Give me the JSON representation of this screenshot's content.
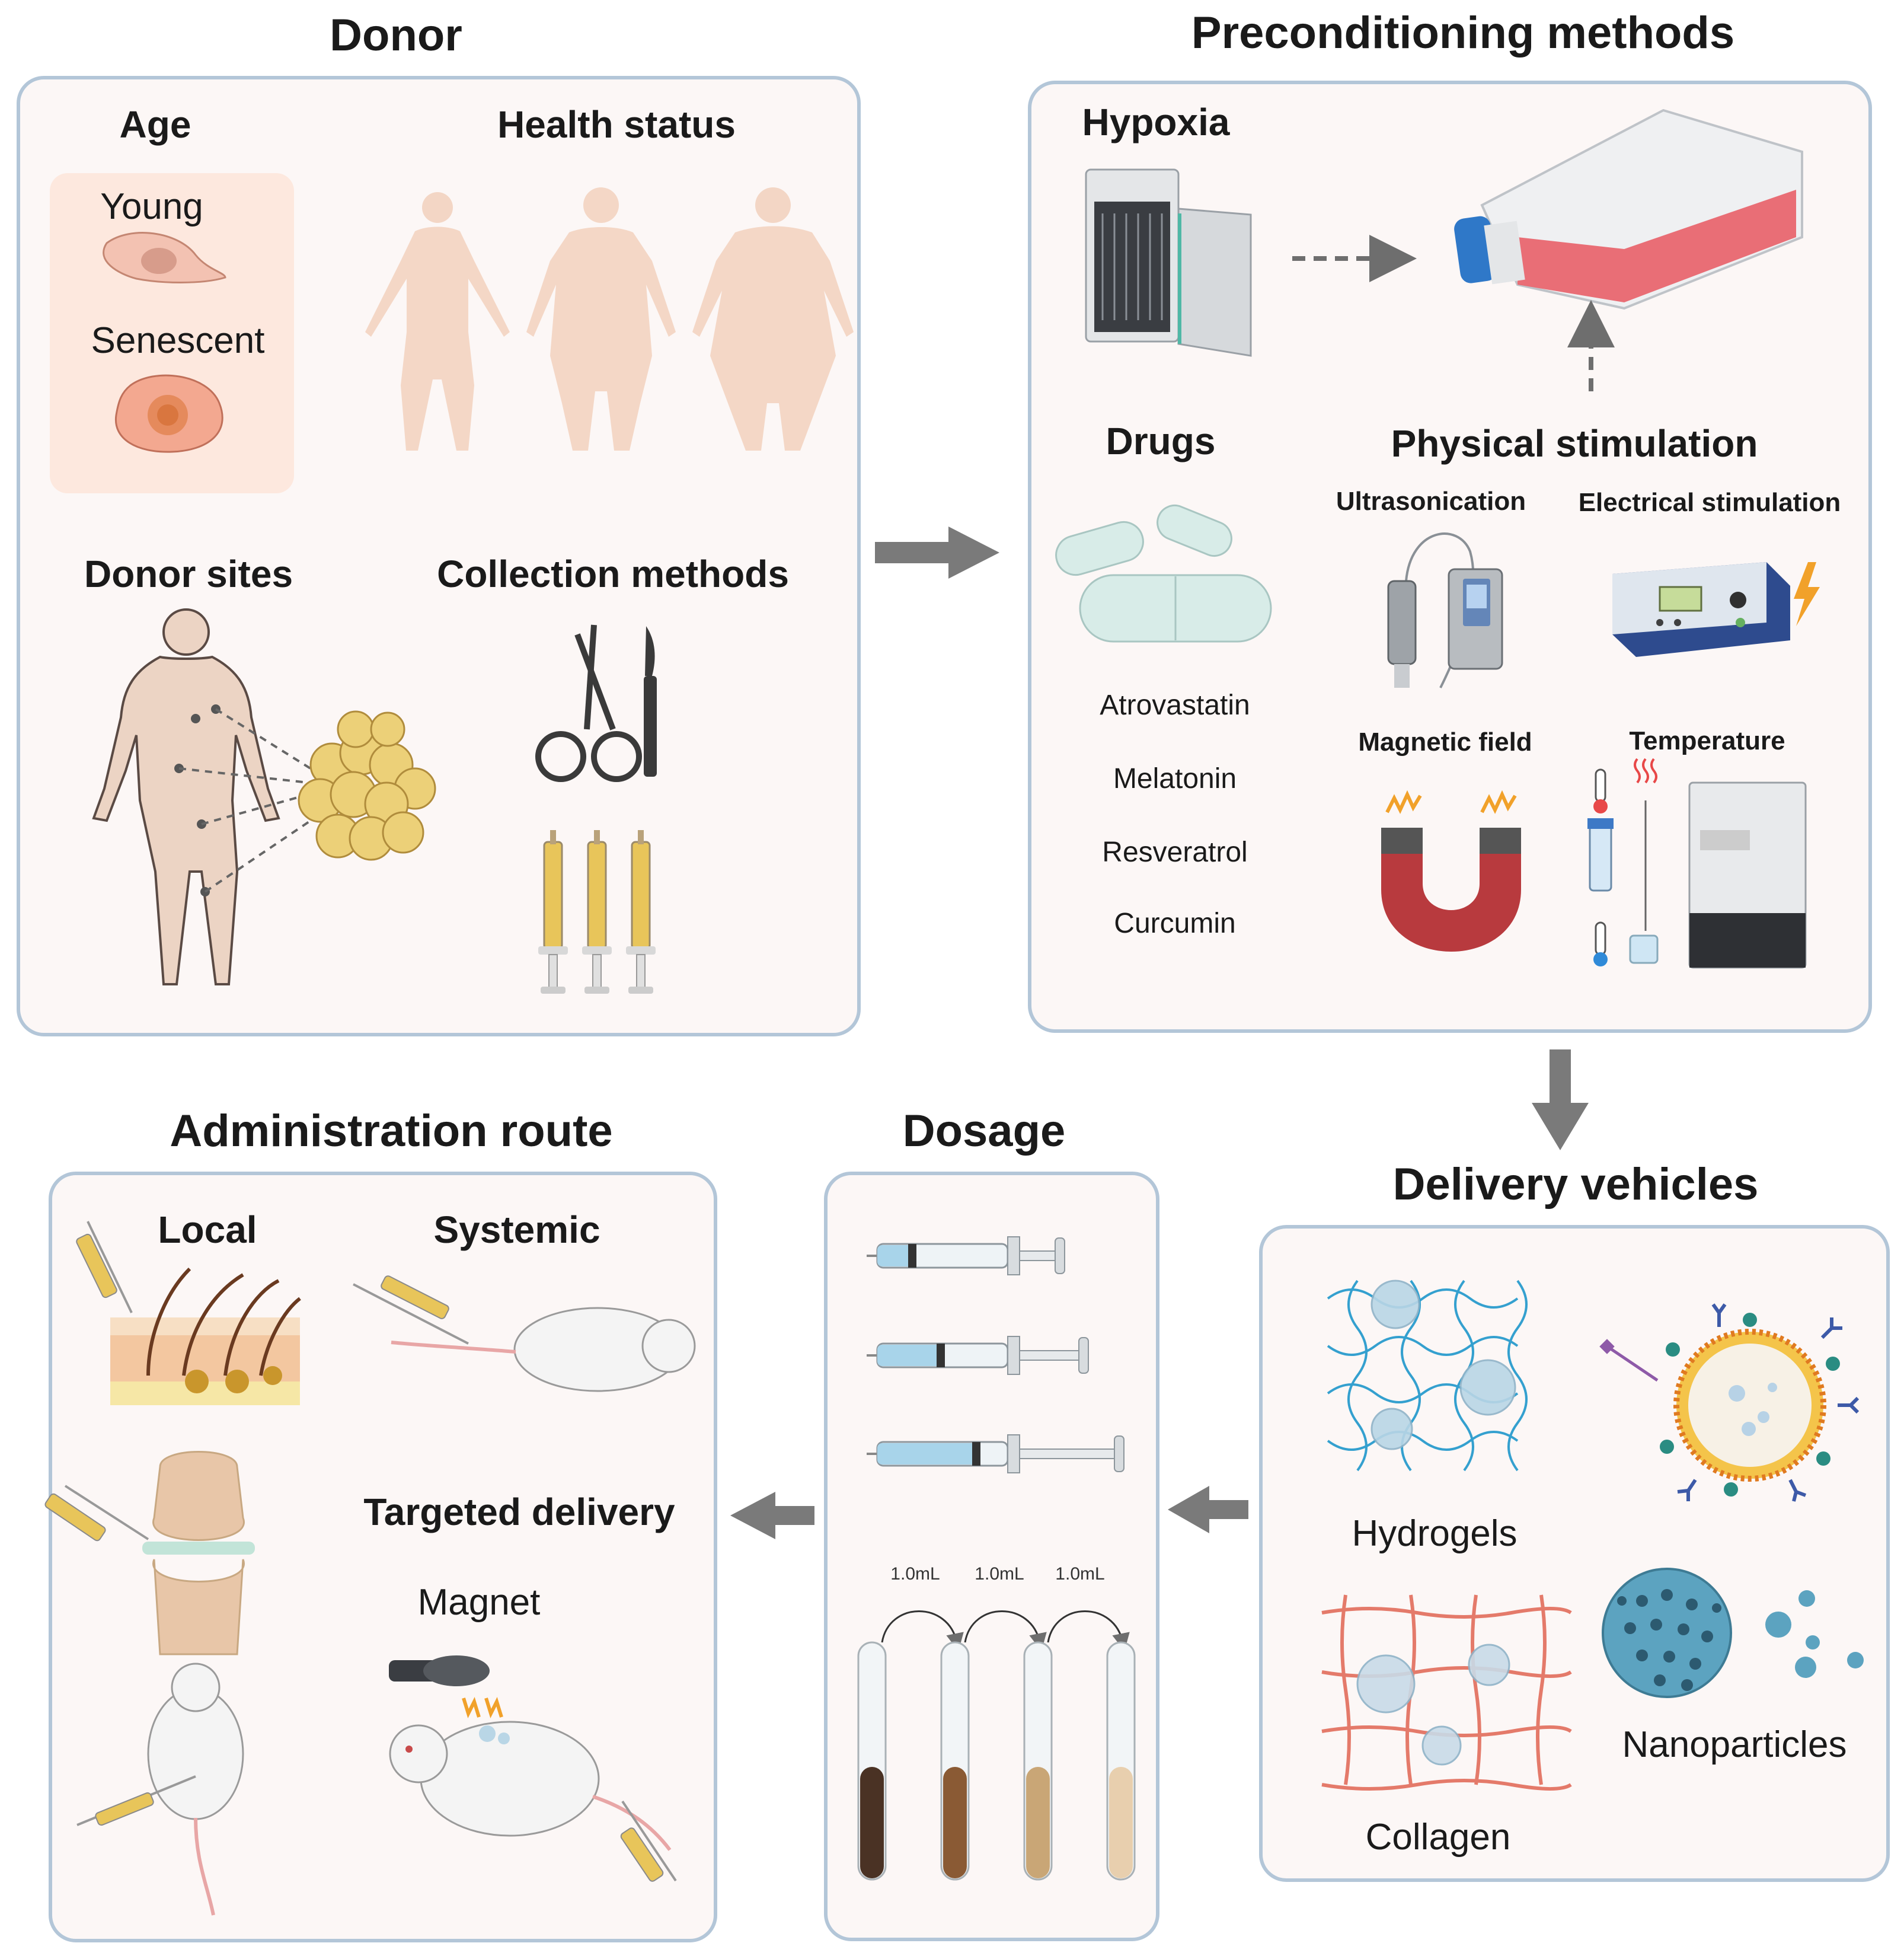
{
  "donor": {
    "title": "Donor",
    "age": "Age",
    "young": "Young",
    "senescent": "Senescent",
    "health_status": "Health status",
    "donor_sites": "Donor sites",
    "collection_methods": "Collection methods"
  },
  "preconditioning": {
    "title": "Preconditioning methods",
    "hypoxia": "Hypoxia",
    "drugs": "Drugs",
    "drug_list": [
      "Atrovastatin",
      "Melatonin",
      "Resveratrol",
      "Curcumin"
    ],
    "physical_stimulation": "Physical stimulation",
    "ultrasonication": "Ultrasonication",
    "electrical_stimulation": "Electrical stimulation",
    "magnetic_field": "Magnetic field",
    "temperature": "Temperature"
  },
  "delivery": {
    "title": "Delivery vehicles",
    "hydrogels": "Hydrogels",
    "collagen": "Collagen",
    "nanoparticles": "Nanoparticles"
  },
  "dosage": {
    "title": "Dosage",
    "volumes": [
      "1.0mL",
      "1.0mL",
      "1.0mL"
    ]
  },
  "administration": {
    "title": "Administration route",
    "local": "Local",
    "systemic": "Systemic",
    "targeted_delivery": "Targeted delivery",
    "magnet": "Magnet"
  },
  "colors": {
    "panel_fill": "#fcf7f6",
    "panel_border": "#b3c6d8",
    "flow_arrow": "#7a7a7a",
    "flask_media": "#e8666f",
    "magnet_red": "#b83a3e"
  }
}
